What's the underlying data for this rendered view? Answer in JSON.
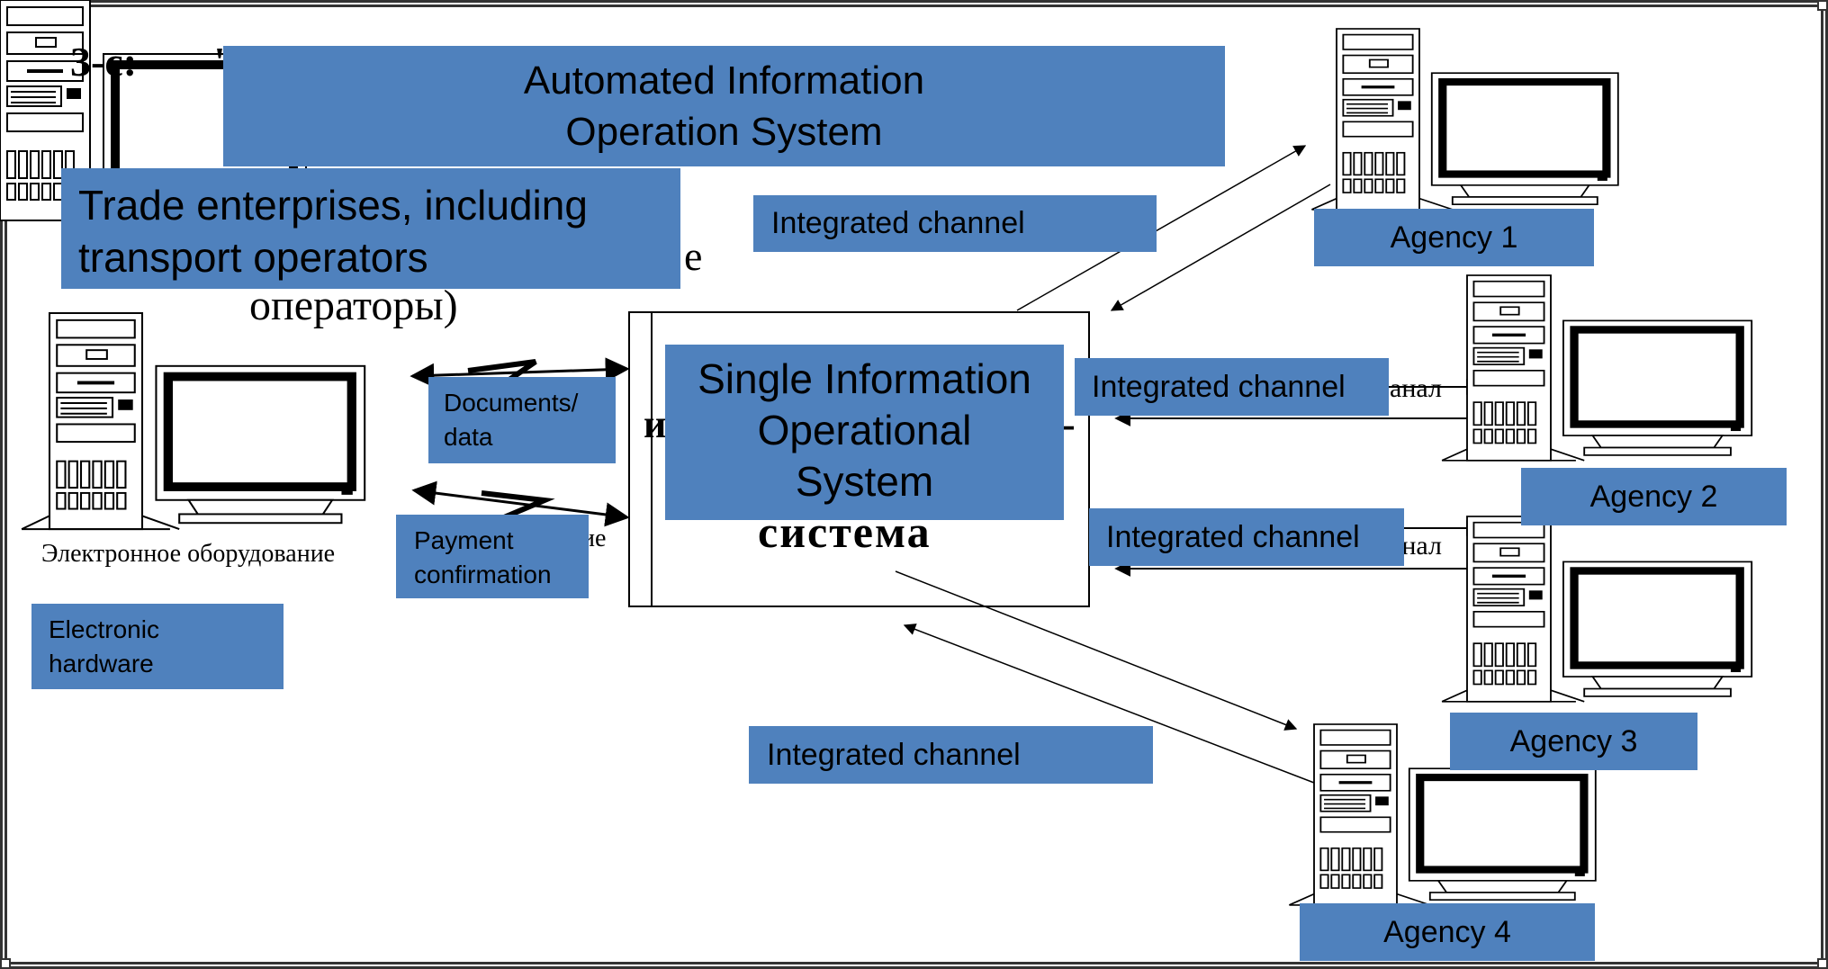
{
  "background_text": {
    "slide_number": "3-с:",
    "quote_mark": "\"",
    "fragment_e": "е",
    "operators_ru": "операторы)",
    "fragment_i": "и",
    "fragment_dash": "-",
    "sistema_ru": "система",
    "electronic_equipment_ru": "Электронное оборудование",
    "fragment_ie": "ие",
    "kanal_1": "анал",
    "kanal_2": "анал"
  },
  "labels": {
    "title": "Automated Information\nOperation System",
    "trade": "Trade enterprises, including\ntransport operators",
    "integrated_top": "Integrated channel",
    "agency1": "Agency 1",
    "single_system": "Single Information\nOperational\nSystem",
    "integrated_mid1": "Integrated channel",
    "documents": "Documents/\ndata",
    "agency2": "Agency 2",
    "integrated_mid2": "Integrated channel",
    "payment": "Payment\nconfirmation",
    "electronic": "Electronic\nhardware",
    "agency3": "Agency 3",
    "integrated_bottom": "Integrated channel",
    "agency4": "Agency 4"
  },
  "colors": {
    "label_fill": "#4f81bd",
    "label_text": "#000000"
  },
  "icons": [
    "computer-workstation-icon"
  ]
}
